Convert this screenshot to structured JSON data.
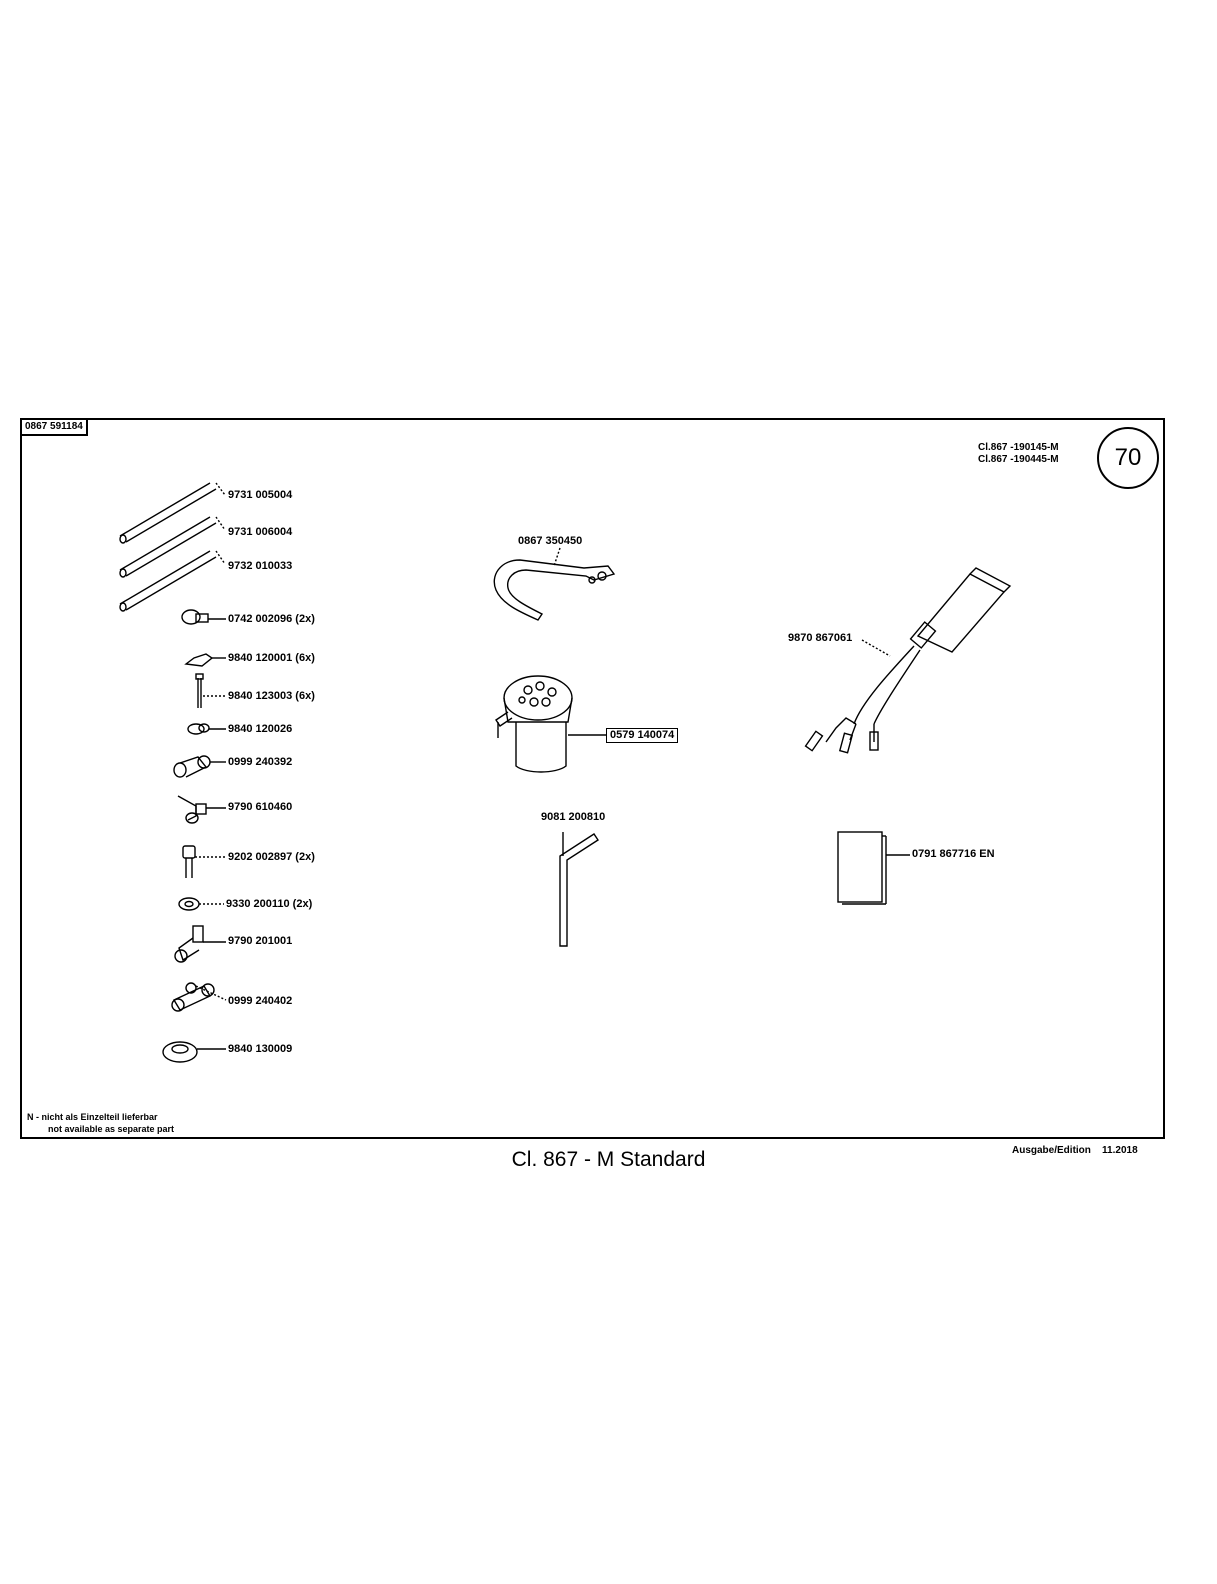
{
  "header": {
    "drawing_number": "0867 591184",
    "model_codes": [
      "Cl.867 -190145-M",
      "Cl.867 -190445-M"
    ],
    "page_number": "70"
  },
  "parts": {
    "left": [
      "9731 005004",
      "9731 006004",
      "9732 010033",
      "0742 002096 (2x)",
      "9840 120001 (6x)",
      "9840 123003 (6x)",
      "9840 120026",
      "0999 240392",
      "9790 610460",
      "9202 002897 (2x)",
      "9330 200110 (2x)",
      "9790 201001",
      "0999 240402",
      "9840 130009"
    ],
    "middle": [
      "0867 350450",
      "0579 140074",
      "9081 200810"
    ],
    "right": [
      "9870 867061",
      "0791 867716 EN"
    ]
  },
  "note": {
    "de": "N - nicht als Einzelteil lieferbar",
    "en": "not available as separate part"
  },
  "footer": {
    "title": "Cl. 867 - M Standard",
    "edition_label": "Ausgabe/Edition",
    "edition_date": "11.2018"
  }
}
